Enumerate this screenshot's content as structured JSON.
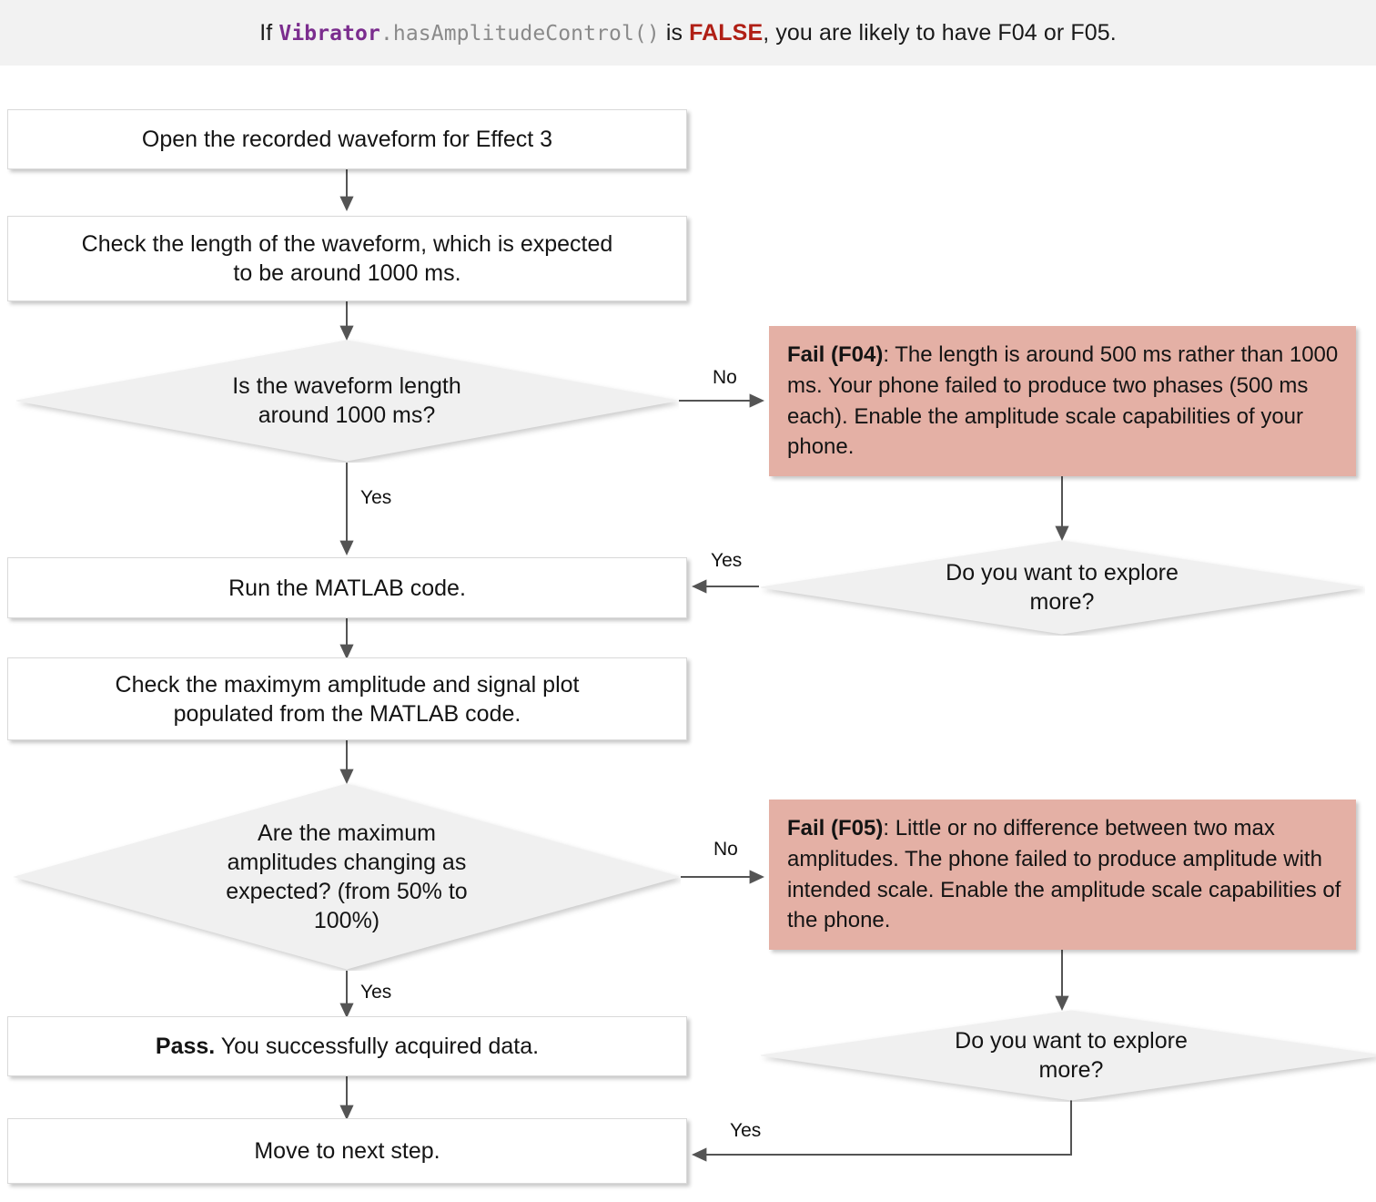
{
  "header": {
    "prefix": "If ",
    "code_class": "Vibrator",
    "code_method": ".hasAmplitudeControl()",
    "mid": " is ",
    "keyword": "FALSE",
    "suffix": ", you are likely to have F04 or F05."
  },
  "colors": {
    "header_band": "#f2f2f2",
    "process_fill": "#ffffff",
    "decision_fill": "#f0f0f0",
    "fail_fill": "#e4b0a5",
    "connector": "#545454",
    "class_token": "#7b2d8e",
    "method_token": "#8a8a8a",
    "false_token": "#b01f15"
  },
  "nodes": {
    "open_waveform": {
      "type": "process",
      "text": "Open the recorded waveform for Effect 3"
    },
    "check_length": {
      "type": "process",
      "line1": "Check the length of the waveform, which is expected",
      "line2": "to be around 1000 ms."
    },
    "decision_length": {
      "type": "decision",
      "line1": "Is the waveform length",
      "line2": "around 1000 ms?"
    },
    "fail_f04": {
      "type": "fail",
      "label": "Fail (F04)",
      "text": ": The length is around 500 ms rather than 1000 ms. Your phone failed to produce two phases (500 ms each). Enable the amplitude scale capabilities of your phone."
    },
    "explore_more_top": {
      "type": "decision",
      "line1": "Do you want to explore",
      "line2": "more?"
    },
    "run_matlab": {
      "type": "process",
      "text": "Run the MATLAB code."
    },
    "check_amplitude": {
      "type": "process",
      "line1": "Check the maximym amplitude and signal plot",
      "line2": "populated from the MATLAB code."
    },
    "decision_amplitude": {
      "type": "decision",
      "line1": "Are the maximum",
      "line2": "amplitudes changing as",
      "line3": "expected? (from 50% to",
      "line4": "100%)"
    },
    "fail_f05": {
      "type": "fail",
      "label": "Fail (F05)",
      "text": ": Little or no difference between two max amplitudes. The phone failed to produce amplitude with intended scale. Enable the amplitude scale capabilities of the phone."
    },
    "explore_more_bottom": {
      "type": "decision",
      "line1": "Do you want to explore",
      "line2": "more?"
    },
    "pass_node": {
      "type": "process",
      "label": "Pass.",
      "text": " You successfully acquired data."
    },
    "next_step": {
      "type": "process",
      "text": "Move to next step."
    }
  },
  "edges": {
    "no_1": "No",
    "yes_1": "Yes",
    "yes_explore_top": "Yes",
    "no_2": "No",
    "yes_2": "Yes",
    "yes_explore_bottom": "Yes"
  }
}
